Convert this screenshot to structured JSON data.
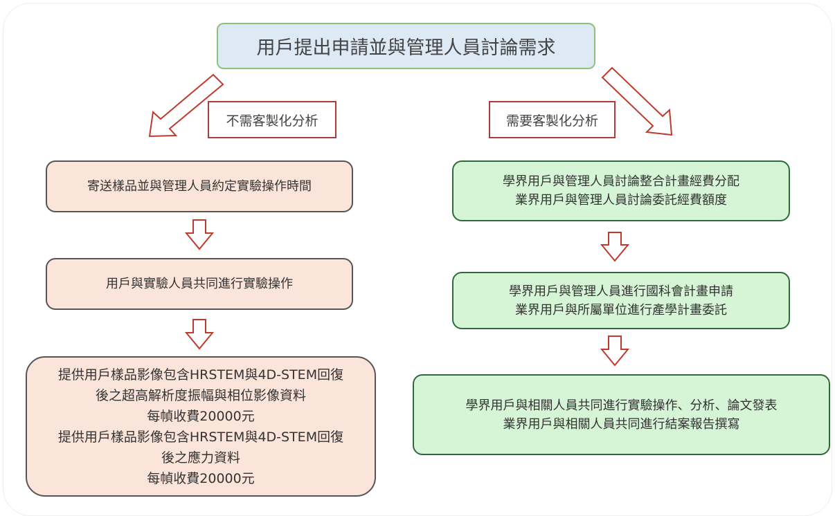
{
  "title": "用戶提出申請並與管理人員討論需求",
  "left_branch": {
    "label": "不需客製化分析",
    "steps": [
      {
        "lines": [
          "寄送樣品並與管理人員約定實驗操作時間"
        ]
      },
      {
        "lines": [
          "用戶與實驗人員共同進行實驗操作"
        ]
      },
      {
        "lines": [
          "提供用戶樣品影像包含HRSTEM與4D-STEM回復",
          "後之超高解析度振幅與相位影像資料",
          "每幀收費20000元",
          "提供用戶樣品影像包含HRSTEM與4D-STEM回復",
          "後之應力資料",
          "每幀收費20000元"
        ]
      }
    ]
  },
  "right_branch": {
    "label": "需要客製化分析",
    "steps": [
      {
        "lines": [
          "學界用戶與管理人員討論整合計畫經費分配",
          "業界用戶與管理人員討論委託經費額度"
        ]
      },
      {
        "lines": [
          "學界用戶與管理人員進行國科會計畫申請",
          "業界用戶與所屬單位進行產學計畫委託"
        ]
      },
      {
        "lines": [
          "學界用戶與相關人員共同進行實驗操作、分析、論文發表",
          "業界用戶與相關人員共同進行結案報告撰寫"
        ]
      }
    ]
  },
  "colors": {
    "arrow": "#c0392b",
    "top_fill": "#dde9f5",
    "left_fill": "#fbe4d9",
    "right_fill": "#d6f4d6"
  }
}
